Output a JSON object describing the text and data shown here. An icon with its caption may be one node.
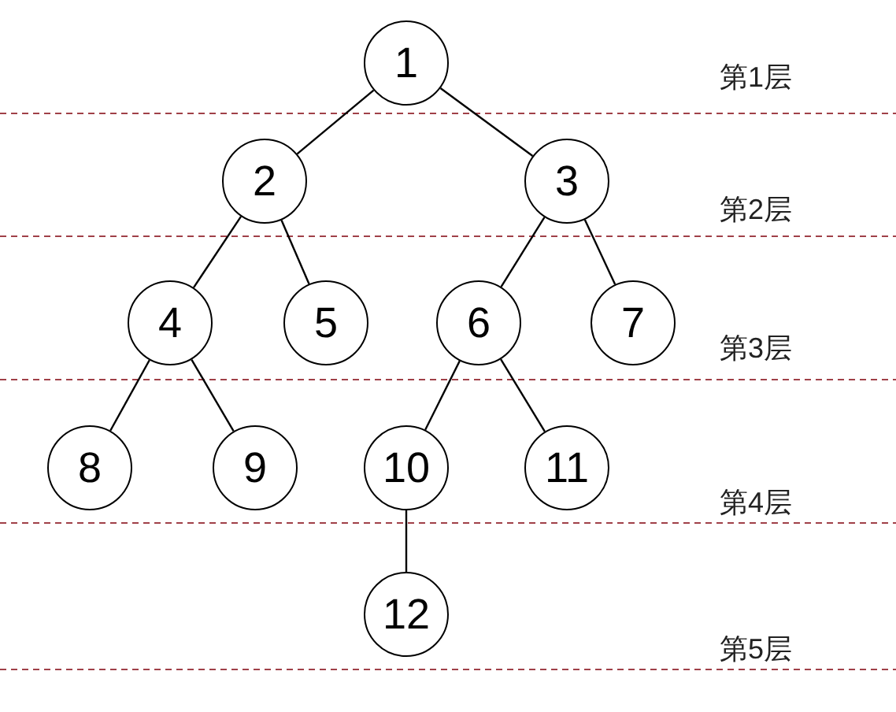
{
  "diagram": {
    "nodes": [
      {
        "text": [
          "1"
        ]
      },
      {
        "text": [
          "2"
        ]
      },
      {
        "text": [
          "3"
        ]
      },
      {
        "text": [
          "4"
        ]
      },
      {
        "text": [
          "5"
        ]
      },
      {
        "text": [
          "6"
        ]
      },
      {
        "text": [
          "7"
        ]
      },
      {
        "text": [
          "8"
        ]
      },
      {
        "text": [
          "9"
        ]
      },
      {
        "text": [
          "10"
        ]
      },
      {
        "text": [
          "11"
        ]
      },
      {
        "text": [
          "12"
        ]
      }
    ],
    "edges": [
      {
        "from": 0,
        "to": 1,
        "arrow": "none"
      },
      {
        "from": 0,
        "to": 2,
        "arrow": "none"
      },
      {
        "from": 1,
        "to": 3,
        "arrow": "none"
      },
      {
        "from": 1,
        "to": 4,
        "arrow": "none"
      },
      {
        "from": 2,
        "to": 5,
        "arrow": "none"
      },
      {
        "from": 2,
        "to": 6,
        "arrow": "none"
      },
      {
        "from": 3,
        "to": 7,
        "arrow": "none"
      },
      {
        "from": 3,
        "to": 8,
        "arrow": "none"
      },
      {
        "from": 5,
        "to": 9,
        "arrow": "none"
      },
      {
        "from": 5,
        "to": 10,
        "arrow": "none"
      },
      {
        "from": 9,
        "to": 11,
        "arrow": "none"
      }
    ],
    "labels": [
      "第1层",
      "第2层",
      "第3层",
      "第4层",
      "第5层"
    ]
  }
}
